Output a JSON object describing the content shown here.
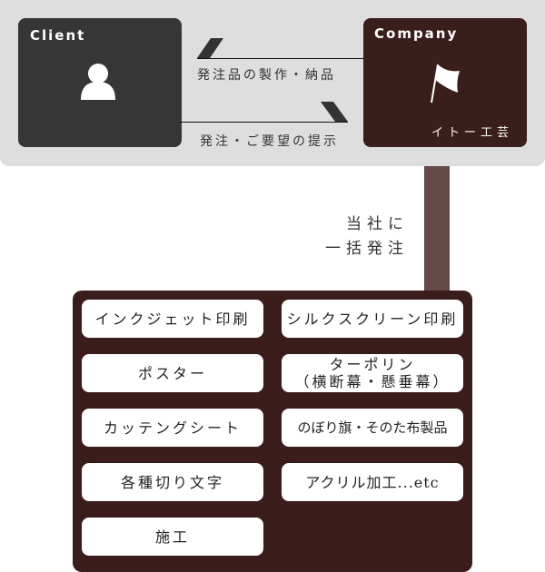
{
  "client": {
    "title": "Client",
    "icon": "person-icon"
  },
  "company": {
    "title": "Company",
    "name": "イトー工芸",
    "icon": "flag-icon"
  },
  "arrows": {
    "to_client": "発注品の製作・納品",
    "to_company": "発注・ご要望の提示"
  },
  "note": {
    "line1": "当社に",
    "line2": "一括発注"
  },
  "services": [
    "インクジェット印刷",
    "シルクスクリーン印刷",
    "ポスター",
    "ターポリン\n（横断幕・懸垂幕）",
    "カッテングシート",
    "のぼり旗・そのた布製品",
    "各種切り文字",
    "アクリル加工...etc",
    "施工"
  ],
  "colors": {
    "client": "#363636",
    "company": "#3a1e1c",
    "connector": "#634846",
    "panel": "#dedede"
  }
}
